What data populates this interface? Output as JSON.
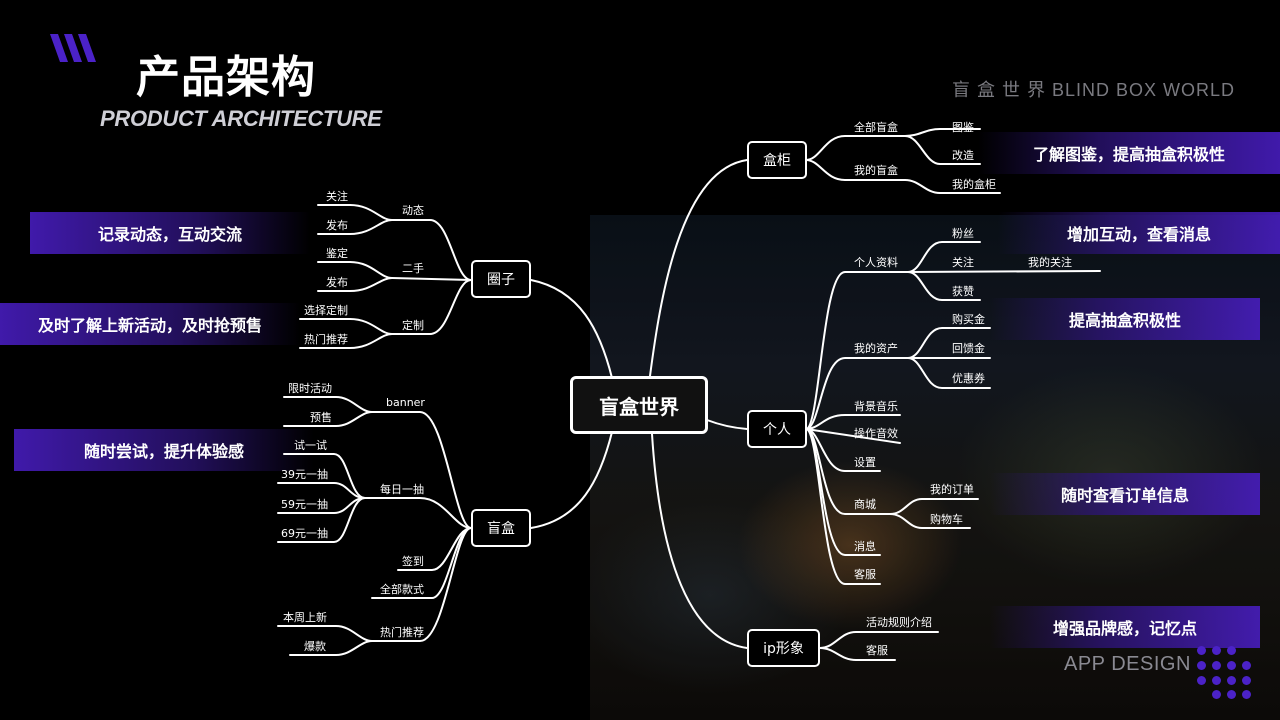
{
  "header": {
    "title": "产品架构",
    "subtitle": "PRODUCT ARCHITECTURE",
    "brand": "盲 盒 世 界 BLIND BOX WORLD"
  },
  "footer": {
    "app_design": "APP DESIGN"
  },
  "colors": {
    "accent": "#4b22c8",
    "line": "#ffffff",
    "muted": "#7a7a80"
  },
  "mindmap": {
    "root": "盲盒世界",
    "branches": {
      "circle": {
        "label": "圈子",
        "dynamic": {
          "label": "动态",
          "items": [
            "关注",
            "发布"
          ]
        },
        "secondhand": {
          "label": "二手",
          "items": [
            "鉴定",
            "发布"
          ]
        },
        "custom": {
          "label": "定制",
          "items": [
            "选择定制",
            "热门推荐"
          ]
        }
      },
      "blindbox": {
        "label": "盲盒",
        "banner": {
          "label": "banner",
          "items": [
            "限时活动",
            "预售"
          ]
        },
        "daily": {
          "label": "每日一抽",
          "items": [
            "试一试",
            "39元一抽",
            "59元一抽",
            "69元一抽"
          ]
        },
        "checkin": "签到",
        "all_styles": "全部款式",
        "hot": {
          "label": "热门推荐",
          "items": [
            "本周上新",
            "爆款"
          ]
        }
      },
      "cabinet": {
        "label": "盒柜",
        "all": {
          "label": "全部盲盒",
          "items": [
            "图鉴",
            "改造"
          ]
        },
        "mine": {
          "label": "我的盲盒",
          "items": [
            "我的盒柜"
          ]
        }
      },
      "personal": {
        "label": "个人",
        "profile": {
          "label": "个人资料",
          "items": [
            "粉丝",
            "关注",
            "获赞"
          ],
          "follow_child": "我的关注"
        },
        "assets": {
          "label": "我的资产",
          "items": [
            "购买金",
            "回馈金",
            "优惠券"
          ]
        },
        "bgm": "背景音乐",
        "sfx": "操作音效",
        "settings": "设置",
        "shop": {
          "label": "商城",
          "items": [
            "我的订单",
            "购物车"
          ]
        },
        "messages": "消息",
        "service": "客服"
      },
      "ip": {
        "label": "ip形象",
        "items": [
          "活动规则介绍",
          "客服"
        ]
      }
    }
  },
  "callouts": {
    "c1": "记录动态，互动交流",
    "c2": "及时了解上新活动，及时抢预售",
    "c3": "随时尝试，提升体验感",
    "c4": "了解图鉴，提高抽盒积极性",
    "c5": "增加互动，查看消息",
    "c6": "提高抽盒积极性",
    "c7": "随时查看订单信息",
    "c8": "增强品牌感，记忆点"
  }
}
